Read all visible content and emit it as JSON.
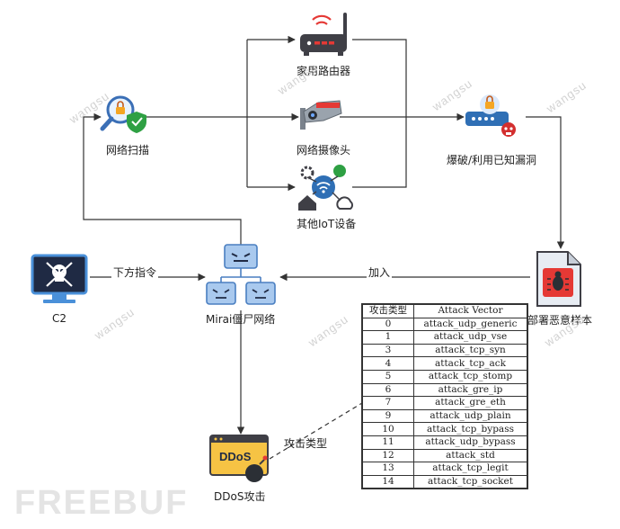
{
  "nodes": {
    "home_router": "家用路由器",
    "scanning": "网络扫描",
    "camera": "网络摄像头",
    "exploit": "爆破/利用已知漏洞",
    "other_iot": "其他IoT设备",
    "c2": "C2",
    "botnet": "Mirai僵尸网络",
    "malware_sample": "部署恶意样本",
    "ddos": "DDoS攻击",
    "ddos_icon_text": "DDoS"
  },
  "edges": {
    "issue_command": "下方指令",
    "join": "加入",
    "attack_type": "攻击类型"
  },
  "table": {
    "header": [
      "攻击类型",
      "Attack Vector"
    ],
    "rows": [
      [
        "0",
        "attack_udp_generic"
      ],
      [
        "1",
        "attack_udp_vse"
      ],
      [
        "3",
        "attack_tcp_syn"
      ],
      [
        "4",
        "attack_tcp_ack"
      ],
      [
        "5",
        "attack_tcp_stomp"
      ],
      [
        "6",
        "attack_gre_ip"
      ],
      [
        "7",
        "attack_gre_eth"
      ],
      [
        "9",
        "attack_udp_plain"
      ],
      [
        "10",
        "attack_tcp_bypass"
      ],
      [
        "11",
        "attack_udp_bypass"
      ],
      [
        "12",
        "attack_std"
      ],
      [
        "13",
        "attack_tcp_legit"
      ],
      [
        "14",
        "attack_tcp_socket"
      ]
    ]
  },
  "watermarks": [
    "wangsu",
    "wangsu",
    "wangsu",
    "wangsu",
    "wangsu",
    "wangsu",
    "wangsu"
  ],
  "brand": "FREEBUF",
  "colors": {
    "line": "#333333",
    "router_body": "#3f3f46",
    "wifi_red": "#e53935",
    "camera_body": "#9aa3ad",
    "shield_green": "#2ea043",
    "lock_orange": "#f5a623",
    "monitor_blue": "#4a90d9",
    "skull_red": "#d32f2f",
    "bot_blue": "#a9c9ee",
    "malware_red": "#e53935",
    "ddos_yellow": "#f6c344"
  }
}
